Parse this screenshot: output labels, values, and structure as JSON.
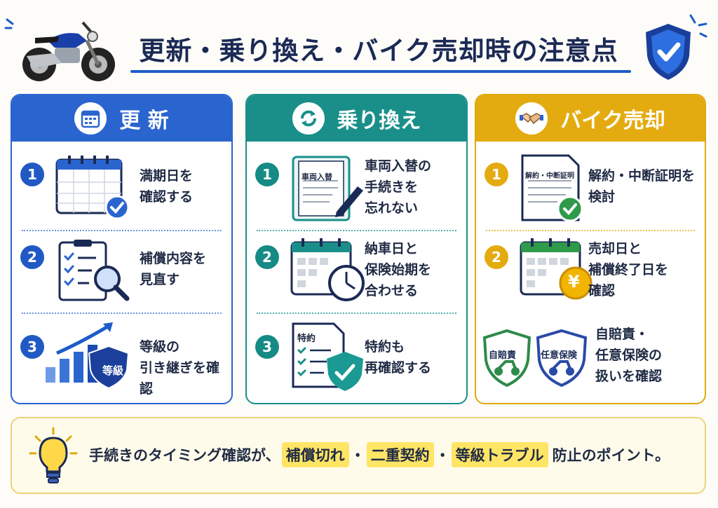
{
  "title": "更新・乗り換え・バイク売却時の注意点",
  "columns": [
    {
      "heading": "更 新",
      "items": [
        {
          "num": "1",
          "text": "満期日を\n確認する"
        },
        {
          "num": "2",
          "text": "補償内容を\n見直す"
        },
        {
          "num": "3",
          "text": "等級の\n引き継ぎを確認",
          "badge": "等級"
        }
      ]
    },
    {
      "heading": "乗り換え",
      "items": [
        {
          "num": "1",
          "text": "車両入替の\n手続きを\n忘れない",
          "doc_label": "車両入替"
        },
        {
          "num": "2",
          "text": "納車日と\n保険始期を\n合わせる"
        },
        {
          "num": "3",
          "text": "特約も\n再確認する",
          "doc_label": "特約"
        }
      ]
    },
    {
      "heading": "バイク売却",
      "items": [
        {
          "num": "1",
          "text": "解約・中断証明を\n検討",
          "doc_label": "解約・中断証明"
        },
        {
          "num": "2",
          "text": "売却日と\n補償終了日を\n確認",
          "coin": "¥"
        },
        {
          "num": "",
          "text": "自賠責・\n任意保険の\n扱いを確認",
          "shield_a": "自賠責",
          "shield_b": "任意保険"
        }
      ]
    }
  ],
  "tip": {
    "prefix": "手続きのタイミング確認が、",
    "hl1": "補償切れ",
    "sep1": "・",
    "hl2": "二重契約",
    "sep2": "・",
    "hl3": "等級トラブル",
    "suffix": "防止のポイント。"
  },
  "colors": {
    "blue": "#2a64cf",
    "teal": "#1a8f8a",
    "gold": "#e4ab10"
  }
}
